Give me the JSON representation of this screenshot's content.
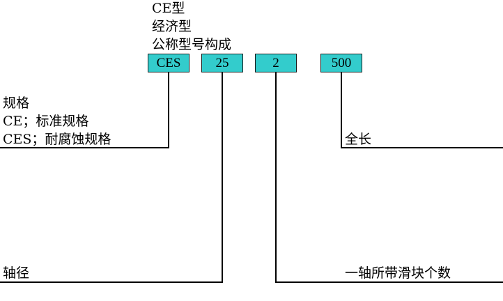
{
  "title_lines": [
    "CE型",
    "经济型",
    "公称型号构成"
  ],
  "codes": {
    "spec": "CES",
    "diameter": "25",
    "blocks": "2",
    "length": "500"
  },
  "labels": {
    "spec_title": "规格",
    "spec_ce": "CE；标准规格",
    "spec_ces": "CES；耐腐蚀规格",
    "length": "全长",
    "diameter": "轴径",
    "blocks": "一轴所带滑块个数"
  },
  "colors": {
    "box_fill": "#33cccc",
    "line": "#000000"
  }
}
